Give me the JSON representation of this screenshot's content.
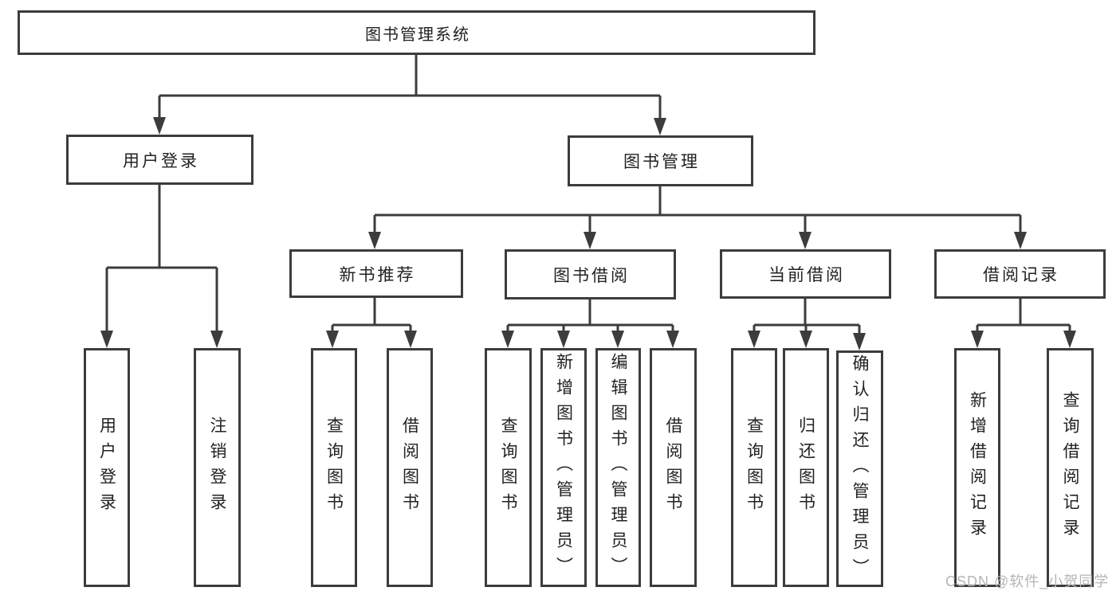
{
  "diagram": {
    "title": "图书管理系统",
    "colors": {
      "line": "#3c3c3c",
      "box_border": "#3c3c3c",
      "text": "#222222",
      "watermark_text": "#b5b5b5",
      "background": "#ffffff"
    },
    "nodes": {
      "root": "图书管理系统",
      "level2": {
        "user_login": "用户登录",
        "book_management": "图书管理"
      },
      "level3": {
        "new_book_recommend": "新书推荐",
        "book_borrow": "图书借阅",
        "current_borrow": "当前借阅",
        "borrow_records": "借阅记录"
      },
      "leaves": {
        "under_user_login": [
          "用户登录",
          "注销登录"
        ],
        "under_new_book_recommend": [
          "查询图书",
          "借阅图书"
        ],
        "under_book_borrow": [
          "查询图书",
          "新增图书（管理员）",
          "编辑图书（管理员）",
          "借阅图书"
        ],
        "under_current_borrow": [
          "查询图书",
          "归还图书",
          "确认归还（管理员）"
        ],
        "under_borrow_records": [
          "新增借阅记录",
          "查询借阅记录"
        ]
      }
    },
    "watermark": "CSDN @软件_小贺同学"
  }
}
